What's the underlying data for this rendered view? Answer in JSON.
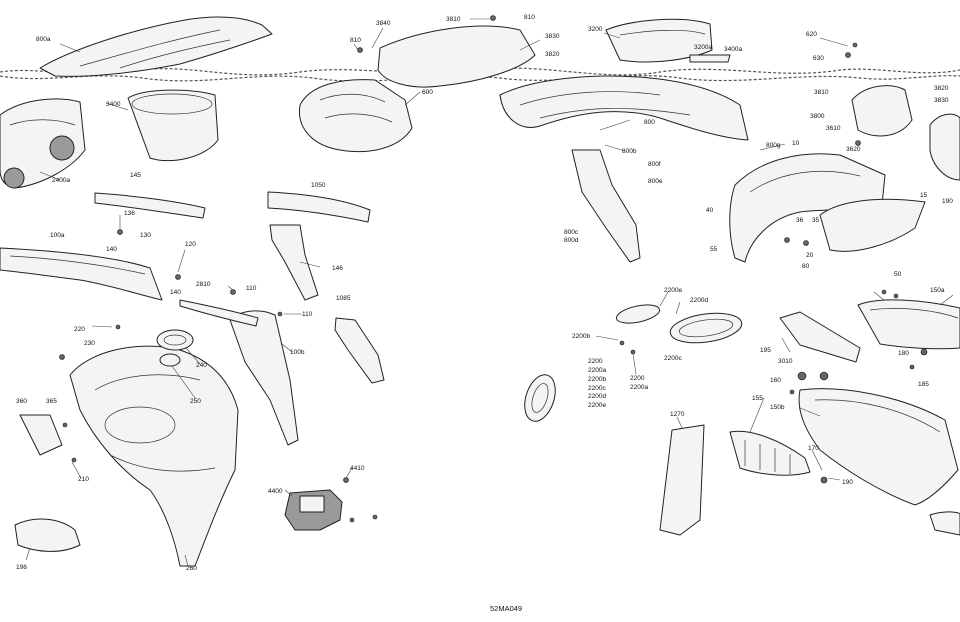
{
  "diagram": {
    "reference_code": "52MA049",
    "labels": [
      "800a",
      "3840",
      "3810",
      "810",
      "810",
      "3830",
      "3200",
      "620",
      "3820",
      "3200a",
      "3400a",
      "630",
      "3400",
      "600",
      "800",
      "3810",
      "3820",
      "3830",
      "3800",
      "3610",
      "3620",
      "2400a",
      "800b",
      "800g",
      "10",
      "800f",
      "800e",
      "145",
      "1050",
      "15",
      "190",
      "40",
      "136",
      "130",
      "36",
      "35",
      "140",
      "800c",
      "800d",
      "20",
      "55",
      "80",
      "100a",
      "120",
      "146",
      "140",
      "2810",
      "110",
      "1085",
      "110",
      "2200e",
      "2200d",
      "50",
      "150a",
      "220",
      "230",
      "100b",
      "2200b",
      "2200c",
      "195",
      "240",
      "2200",
      "2200a",
      "2200b",
      "2200c",
      "2200d",
      "2200e",
      "2200",
      "2200a",
      "3010",
      "180",
      "185",
      "160",
      "250",
      "360",
      "365",
      "155",
      "150b",
      "1270",
      "170",
      "210",
      "4410",
      "190",
      "4400",
      "196",
      "260"
    ]
  }
}
